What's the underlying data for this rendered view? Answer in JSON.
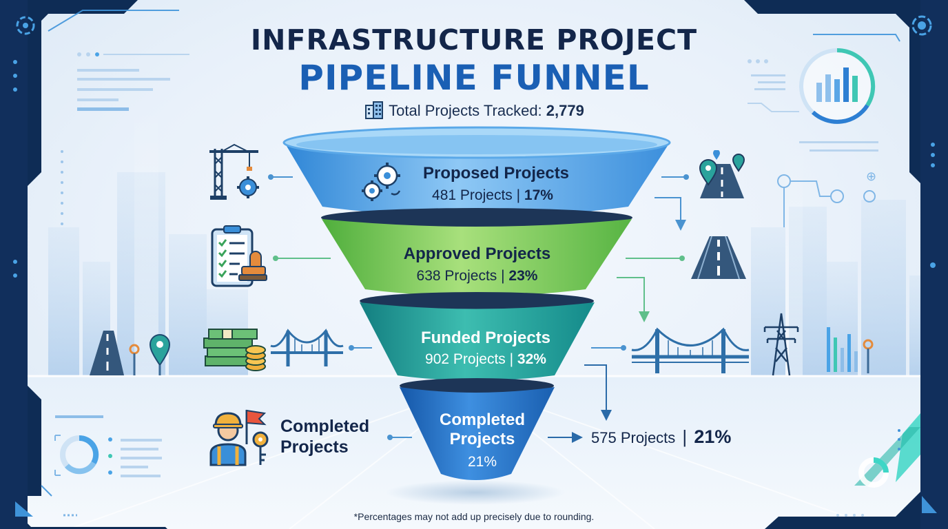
{
  "title": {
    "line1": "INFRASTRUCTURE PROJECT",
    "line2": "PIPELINE FUNNEL"
  },
  "summary": {
    "label": "Total Projects Tracked:",
    "value": "2,779"
  },
  "stages": [
    {
      "name": "Proposed Projects",
      "count": "481 Projects",
      "percent": "17%",
      "color": "#5ea7e6"
    },
    {
      "name": "Approved Projects",
      "count": "638 Projects",
      "percent": "23%",
      "color": "#79c94f"
    },
    {
      "name": "Funded Projects",
      "count": "902 Projects",
      "percent": "32%",
      "color": "#1fa39c"
    },
    {
      "name": "Completed Projects",
      "count": "575 Projects",
      "percent": "21%",
      "color": "#2171c7"
    }
  ],
  "completed": {
    "side_label_line1": "Completed",
    "side_label_line2": "Projects",
    "funnel_line1": "Completed",
    "funnel_line2": "Projects",
    "funnel_percent": "21%",
    "count": "575 Projects",
    "percent": "21%"
  },
  "footnote": "*Percentages may not add up precisely due to rounding.",
  "colors": {
    "navy": "#13264a",
    "title_blue": "#1a5fb4",
    "connector_green": "#5fbf8a",
    "connector_blue": "#4a93d0",
    "frame_dark": "#0d2a52",
    "accent_teal": "#3ed6c6"
  },
  "icons": [
    "crane-gear-icon",
    "gears-icon",
    "checklist-stamp-icon",
    "money-coins-icon",
    "bridge-icon",
    "worker-key-icon",
    "building-icon",
    "map-pin-road-icon",
    "road-icon",
    "power-tower-icon",
    "circle-chart-icon"
  ]
}
